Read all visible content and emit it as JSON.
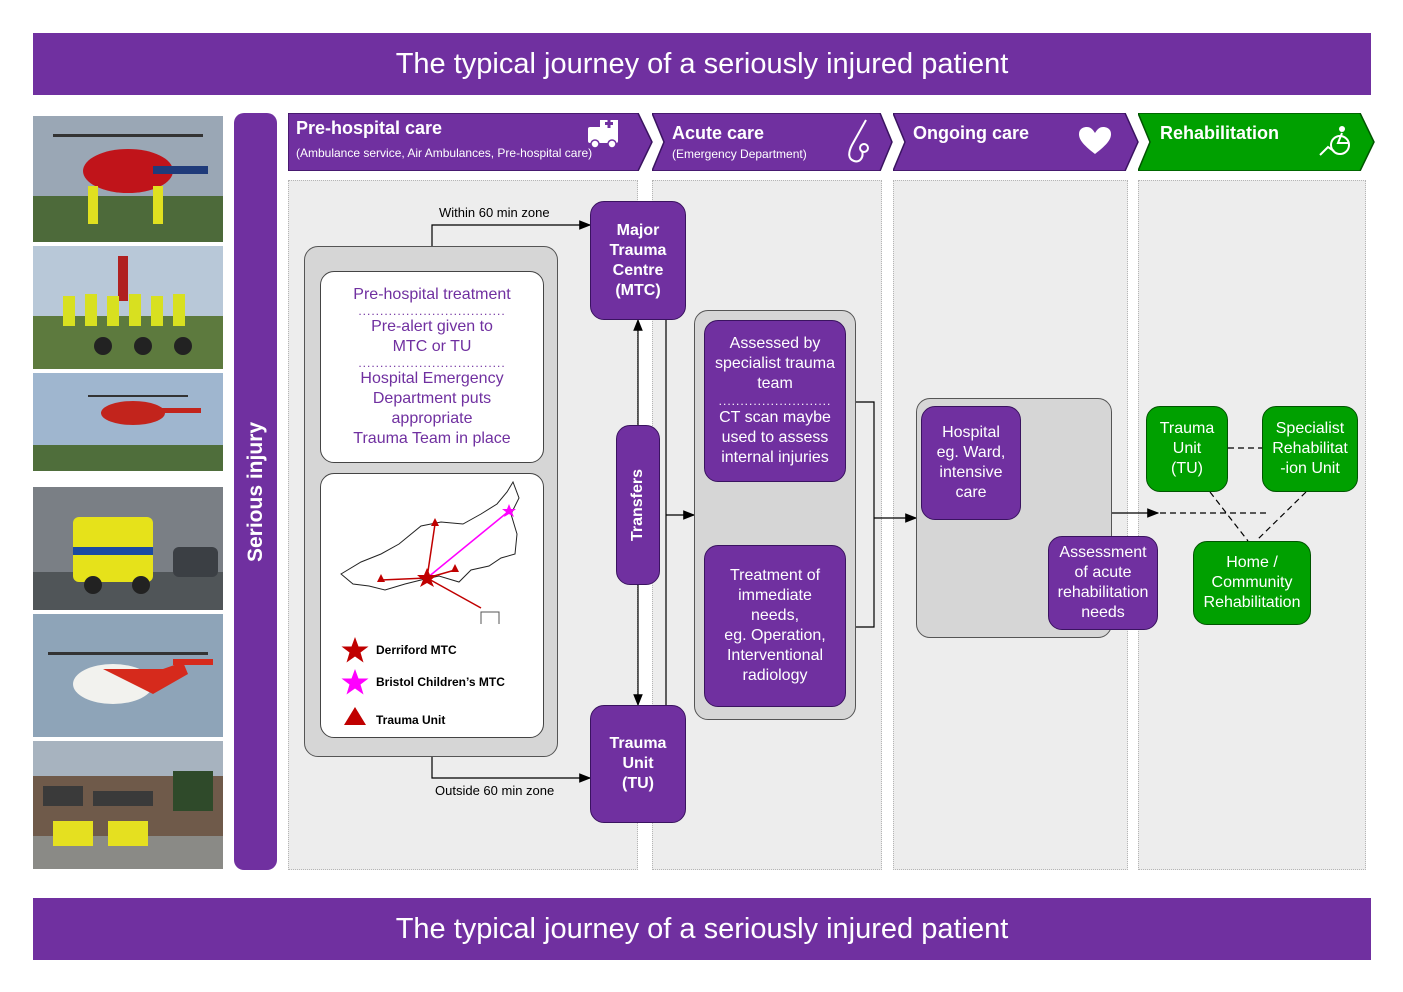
{
  "title": "The typical journey of a seriously injured patient",
  "footer": "The typical journey of a seriously injured patient",
  "side_label": "Serious injury",
  "stages": [
    {
      "title": "Pre-hospital care",
      "subtitle": "(Ambulance service, Air Ambulances, Pre-hospital care)",
      "icon": "ambulance-icon"
    },
    {
      "title": "Acute care",
      "subtitle": "(Emergency Department)",
      "icon": "stethoscope-icon"
    },
    {
      "title": "Ongoing care",
      "subtitle": "",
      "icon": "heart-icon"
    },
    {
      "title": "Rehabilitation",
      "subtitle": "",
      "icon": "wheelchair-icon"
    }
  ],
  "prehospital": {
    "treatment": "Pre-hospital treatment",
    "prealert_1": "Pre-alert given to",
    "prealert_2": "MTC or TU",
    "hed_1": "Hospital Emergency",
    "hed_2": "Department puts",
    "hed_3": "appropriate",
    "hed_4": "Trauma Team in place"
  },
  "legend": {
    "derriford": "Derriford MTC",
    "bristol": "Bristol Children’s MTC",
    "tu": "Trauma Unit"
  },
  "labels": {
    "within": "Within 60 min zone",
    "outside": "Outside 60 min zone",
    "transfers": "Transfers"
  },
  "mtc": {
    "l1": "Major",
    "l2": "Trauma",
    "l3": "Centre",
    "l4": "(MTC)"
  },
  "tu": {
    "l1": "Trauma",
    "l2": "Unit",
    "l3": "(TU)"
  },
  "acute": {
    "a1": "Assessed by",
    "a2": "specialist trauma",
    "a3": "team",
    "c1": "CT scan maybe",
    "c2": "used to assess",
    "c3": "internal injuries",
    "t1": "Treatment of",
    "t2": "immediate",
    "t3": "needs,",
    "t4": "eg. Operation,",
    "t5": "Interventional",
    "t6": "radiology"
  },
  "ongoing": {
    "h1": "Hospital",
    "h2": "eg. Ward,",
    "h3": "intensive",
    "h4": "care",
    "r1": "Assessment",
    "r2": "of acute",
    "r3": "rehabilitation",
    "r4": "needs"
  },
  "rehab": {
    "tu1": "Trauma",
    "tu2": "Unit",
    "tu3": "(TU)",
    "s1": "Specialist",
    "s2": "Rehabilitat",
    "s3": "-ion Unit",
    "h1": "Home /",
    "h2": "Community",
    "h3": "Rehabilitation"
  },
  "colors": {
    "purple": "#7030a0",
    "green": "#00a000",
    "grey_panel": "#d6d6d6"
  }
}
